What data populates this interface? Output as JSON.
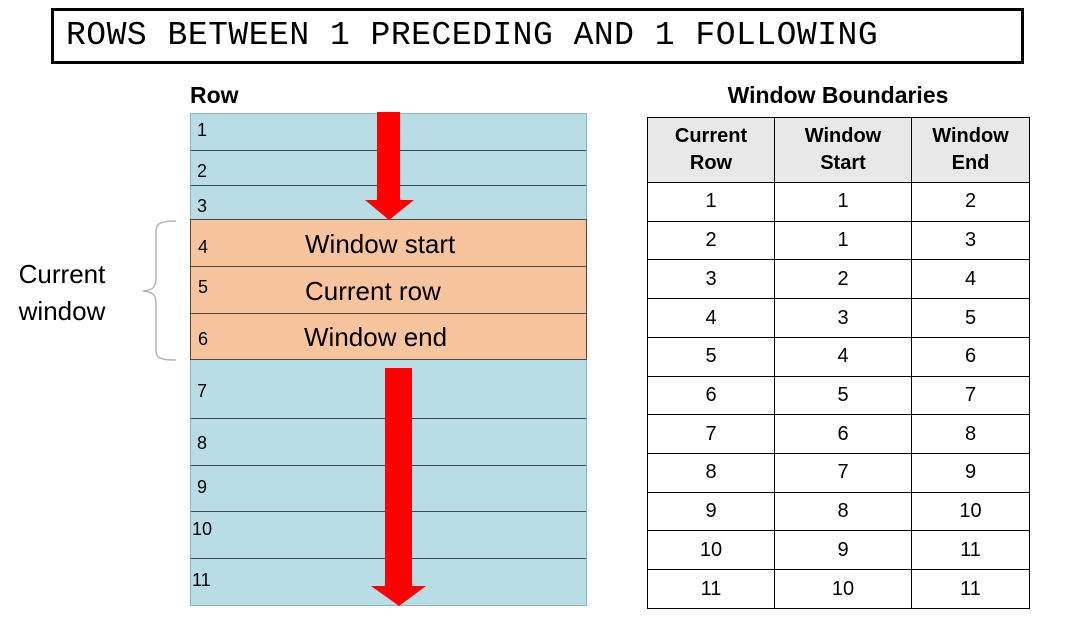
{
  "title": "ROWS BETWEEN 1 PRECEDING AND 1 FOLLOWING",
  "row_heading": "Row",
  "rows": [
    "1",
    "2",
    "3",
    "4",
    "5",
    "6",
    "7",
    "8",
    "9",
    "10",
    "11"
  ],
  "window_labels": [
    "Window start",
    "Current row",
    "Window end"
  ],
  "current_window_label": [
    "Current",
    "window"
  ],
  "table": {
    "title": "Window Boundaries",
    "headers": [
      [
        "Current",
        "Row"
      ],
      [
        "Window",
        "Start"
      ],
      [
        "Window",
        "End"
      ]
    ],
    "rows": [
      [
        "1",
        "1",
        "2"
      ],
      [
        "2",
        "1",
        "3"
      ],
      [
        "3",
        "2",
        "4"
      ],
      [
        "4",
        "3",
        "5"
      ],
      [
        "5",
        "4",
        "6"
      ],
      [
        "6",
        "5",
        "7"
      ],
      [
        "7",
        "6",
        "8"
      ],
      [
        "8",
        "7",
        "9"
      ],
      [
        "9",
        "8",
        "10"
      ],
      [
        "10",
        "9",
        "11"
      ],
      [
        "11",
        "10",
        "11"
      ]
    ]
  },
  "colors": {
    "rows_fill": "#b9dde6",
    "window_fill": "#f7c49d",
    "arrow": "#ff0000",
    "table_header": "#e8e8e8"
  }
}
